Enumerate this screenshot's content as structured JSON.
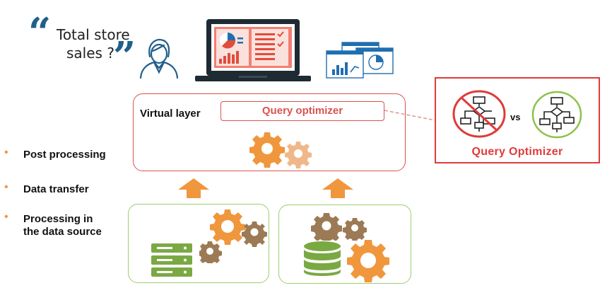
{
  "question": {
    "line1": "Total store",
    "line2": "sales ?"
  },
  "virtual_layer": {
    "title": "Virtual layer",
    "query_optimizer_label": "Query optimizer"
  },
  "steps": [
    {
      "label_line1": "Post processing",
      "label_line2": ""
    },
    {
      "label_line1": "Data transfer",
      "label_line2": ""
    },
    {
      "label_line1": "Processing in",
      "label_line2": "the data source"
    }
  ],
  "optimizer_panel": {
    "vs_label": "vs",
    "title": "Query Optimizer"
  },
  "icons": [
    "quote-open-icon",
    "quote-close-icon",
    "user-icon",
    "laptop-dashboard-icon",
    "browser-charts-icon",
    "gears-icon",
    "server-icon",
    "database-icon",
    "arrow-up-icon",
    "flowchart-icon",
    "no-icon"
  ],
  "colors": {
    "accent_red": "#d9534f",
    "gear_orange": "#f0963c",
    "gear_brown": "#9b7a55",
    "green": "#8bc34a",
    "quote_blue": "#1f5f8b"
  }
}
